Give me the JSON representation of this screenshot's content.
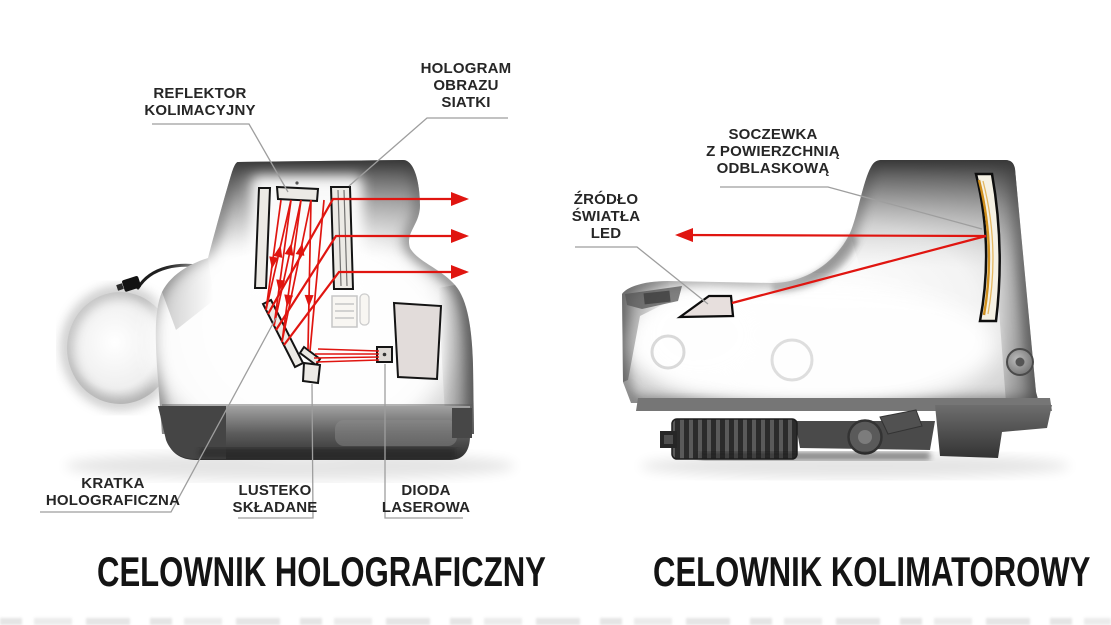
{
  "titles": {
    "left": "CELOWNIK HOLOGRAFICZNY",
    "right": "CELOWNIK KOLIMATOROWY"
  },
  "labels": {
    "left": {
      "reflector": "REFLEKTOR\nKOLIMACYJNY",
      "hologram": "HOLOGRAM\nOBRAZU\nSIATKI",
      "grating": "KRATKA\nHOLOGRAFICZNA",
      "folding_mirror": "LUSTEKO\nSKŁADANE",
      "laser_diode": "DIODA\nLASEROWA"
    },
    "right": {
      "lens": "SOCZEWKA\nZ POWIERZCHNIĄ\nODBLASKOWĄ",
      "led": "ŹRÓDŁO\nŚWIATŁA\nLED"
    }
  },
  "colors": {
    "ray_red": "#e01510",
    "leader_gray": "#9e9e9e",
    "lens_amber": "#cf8f1e",
    "title_black": "#141414",
    "label_text": "#262626",
    "background": "#ffffff"
  }
}
